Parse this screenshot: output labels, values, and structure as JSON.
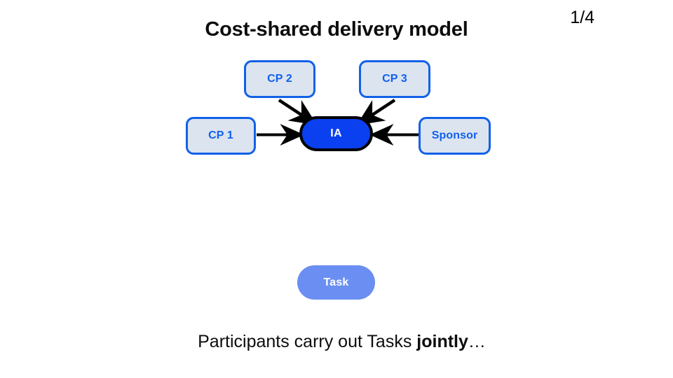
{
  "slide": {
    "title": "Cost-shared delivery model",
    "page_indicator": "1/4",
    "background_color": "#ffffff"
  },
  "colors": {
    "participant_fill": "#dce4f0",
    "participant_border": "#1261e8",
    "participant_text": "#1060ec",
    "hub_fill": "#0b40f0",
    "hub_border": "#000000",
    "hub_text": "#ffffff",
    "task_fill": "#6b8ef2",
    "task_text": "#ffffff",
    "arrow_color": "#000000",
    "title_text": "#0d0d0d",
    "caption_text": "#0d0d0d"
  },
  "diagram": {
    "nodes": [
      {
        "id": "cp1",
        "label": "CP 1",
        "shape": "rounded-rect",
        "role": "participant"
      },
      {
        "id": "cp2",
        "label": "CP 2",
        "shape": "rounded-rect",
        "role": "participant"
      },
      {
        "id": "cp3",
        "label": "CP 3",
        "shape": "rounded-rect",
        "role": "participant"
      },
      {
        "id": "sponsor",
        "label": "Sponsor",
        "shape": "rounded-rect",
        "role": "participant"
      },
      {
        "id": "ia",
        "label": "IA",
        "shape": "stadium",
        "role": "hub"
      },
      {
        "id": "task",
        "label": "Task",
        "shape": "stadium",
        "role": "task"
      }
    ],
    "edges": [
      {
        "from": "cp1",
        "to": "ia",
        "direction": "right",
        "style": "solid-arrow"
      },
      {
        "from": "cp2",
        "to": "ia",
        "direction": "down-right",
        "style": "solid-arrow"
      },
      {
        "from": "cp3",
        "to": "ia",
        "direction": "down-left",
        "style": "solid-arrow"
      },
      {
        "from": "sponsor",
        "to": "ia",
        "direction": "left",
        "style": "solid-arrow"
      }
    ]
  },
  "caption": {
    "lead": "Participants carry out Tasks ",
    "emphasis": "jointly",
    "trailing": "…"
  }
}
